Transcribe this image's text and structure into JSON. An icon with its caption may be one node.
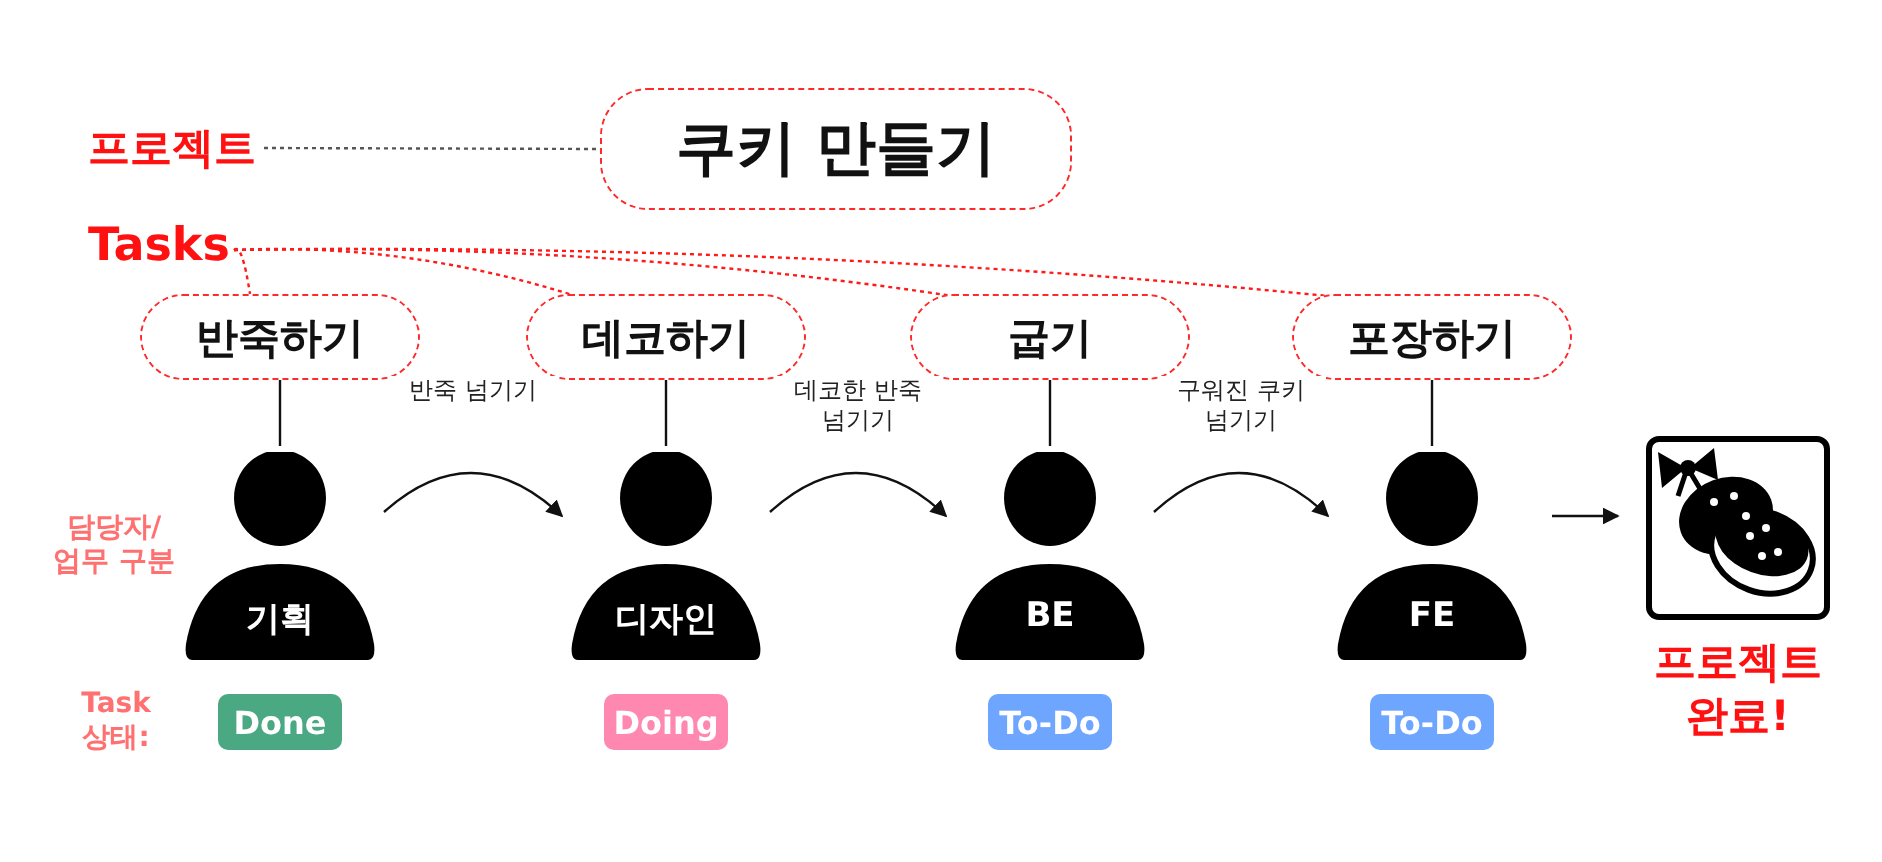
{
  "diagram": {
    "nodes": [
      {
        "text": [
          "프로젝트"
        ]
      },
      {
        "text": [
          "쿠키 만들기"
        ]
      },
      {
        "text": [
          "Tasks"
        ]
      },
      {
        "text": [
          "반죽하기"
        ]
      },
      {
        "text": [
          "데코하기"
        ]
      },
      {
        "text": [
          "굽기"
        ]
      },
      {
        "text": [
          "포장하기"
        ]
      },
      {
        "text": [
          "기획"
        ]
      },
      {
        "text": [
          "디자인"
        ]
      },
      {
        "text": [
          "BE"
        ]
      },
      {
        "text": [
          "FE"
        ]
      },
      {
        "text": [],
        "shape": "picture",
        "beside": [
          "프로젝트 완료!"
        ]
      },
      {
        "text": [
          "Done"
        ]
      },
      {
        "text": [
          "Doing"
        ]
      },
      {
        "text": [
          "To-Do"
        ]
      },
      {
        "text": [
          "To-Do"
        ]
      }
    ],
    "edges": [
      {
        "from": 0,
        "to": 1,
        "arrow": "none",
        "style": "dashed",
        "color": "#555555"
      },
      {
        "from": 2,
        "to": 3,
        "arrow": "none",
        "style": "dashed",
        "color": "#ff1a1a"
      },
      {
        "from": 2,
        "to": 4,
        "arrow": "none",
        "style": "dashed",
        "color": "#ff1a1a"
      },
      {
        "from": 2,
        "to": 5,
        "arrow": "none",
        "style": "dashed",
        "color": "#ff1a1a"
      },
      {
        "from": 2,
        "to": 6,
        "arrow": "none",
        "style": "dashed",
        "color": "#ff1a1a"
      },
      {
        "from": 3,
        "to": 7,
        "arrow": "none"
      },
      {
        "from": 4,
        "to": 8,
        "arrow": "none"
      },
      {
        "from": 5,
        "to": 9,
        "arrow": "none"
      },
      {
        "from": 6,
        "to": 10,
        "arrow": "none"
      },
      {
        "from": 7,
        "to": 8,
        "arrow": "to",
        "label": "반죽 넘기기"
      },
      {
        "from": 8,
        "to": 9,
        "arrow": "to",
        "label": "데코한 반죽 넘기기"
      },
      {
        "from": 9,
        "to": 10,
        "arrow": "to",
        "label": "구워진 쿠키 넘기기"
      },
      {
        "from": 10,
        "to": 11,
        "arrow": "to"
      }
    ],
    "labels": [
      "담당자/ 업무 구분",
      "Task 상태:"
    ]
  }
}
